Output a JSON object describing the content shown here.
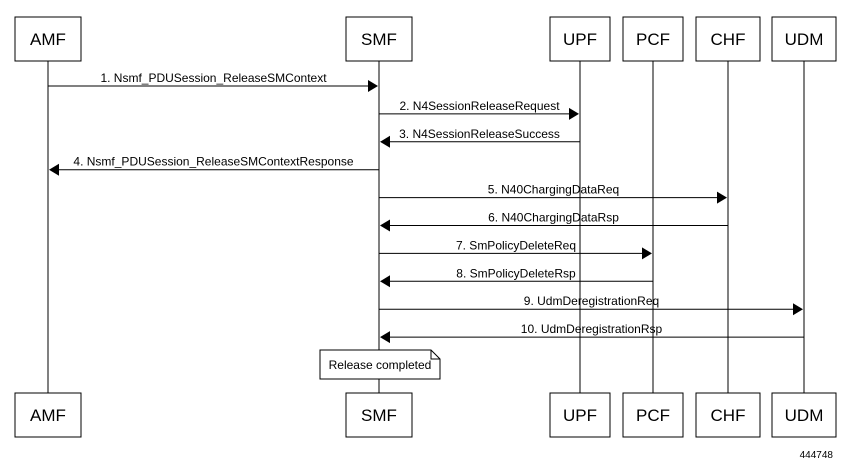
{
  "participants": [
    "AMF",
    "SMF",
    "UPF",
    "PCF",
    "CHF",
    "UDM"
  ],
  "messages": [
    {
      "from": "AMF",
      "to": "SMF",
      "label": "1. Nsmf_PDUSession_ReleaseSMContext"
    },
    {
      "from": "SMF",
      "to": "UPF",
      "label": "2. N4SessionReleaseRequest"
    },
    {
      "from": "UPF",
      "to": "SMF",
      "label": "3. N4SessionReleaseSuccess"
    },
    {
      "from": "SMF",
      "to": "AMF",
      "label": "4. Nsmf_PDUSession_ReleaseSMContextResponse"
    },
    {
      "from": "SMF",
      "to": "CHF",
      "label": "5. N40ChargingDataReq"
    },
    {
      "from": "CHF",
      "to": "SMF",
      "label": "6. N40ChargingDataRsp"
    },
    {
      "from": "SMF",
      "to": "PCF",
      "label": "7. SmPolicyDeleteReq"
    },
    {
      "from": "PCF",
      "to": "SMF",
      "label": "8. SmPolicyDeleteRsp"
    },
    {
      "from": "SMF",
      "to": "UDM",
      "label": "9. UdmDeregistrationReq"
    },
    {
      "from": "UDM",
      "to": "SMF",
      "label": "10. UdmDeregistrationRsp"
    }
  ],
  "note": {
    "over": "SMF",
    "text": "Release completed"
  },
  "figure_id": "444748"
}
